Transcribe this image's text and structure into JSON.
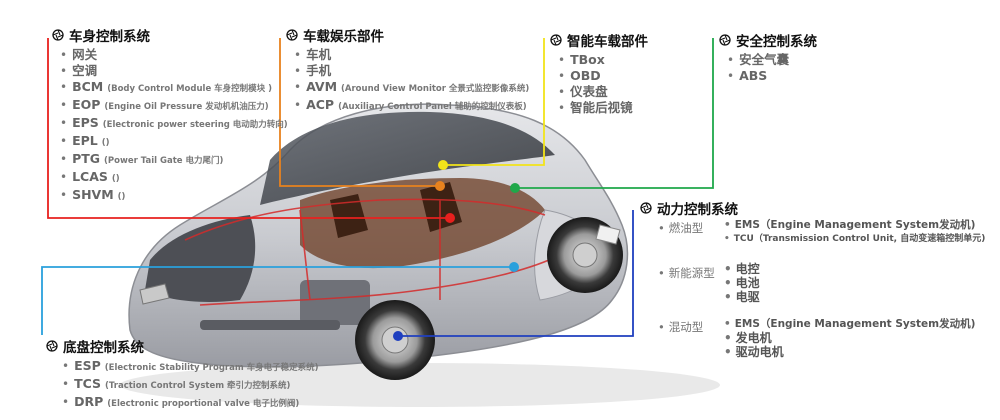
{
  "groups": {
    "body": {
      "title": "车身控制系统",
      "items": [
        {
          "term": "网关",
          "note": ""
        },
        {
          "term": "空调",
          "note": ""
        },
        {
          "term": "BCM",
          "note": "(Body Control Module 车身控制模块 )"
        },
        {
          "term": "EOP",
          "note": "(Engine Oil Pressure 发动机机油压力)"
        },
        {
          "term": "EPS",
          "note": "(Electronic power steering 电动助力转向)"
        },
        {
          "term": "EPL",
          "note": "()"
        },
        {
          "term": "PTG",
          "note": "(Power Tail Gate  电力尾门)"
        },
        {
          "term": "LCAS",
          "note": "()"
        },
        {
          "term": "SHVM",
          "note": "()"
        }
      ]
    },
    "infotainment": {
      "title": "车载娱乐部件",
      "items": [
        {
          "term": "车机",
          "note": ""
        },
        {
          "term": "手机",
          "note": ""
        },
        {
          "term": "AVM",
          "note": "(Around View Monitor 全景式监控影像系统)"
        },
        {
          "term": "ACP",
          "note": "(Auxiliary Control Panel 辅助的控制仪表板)"
        }
      ]
    },
    "smart": {
      "title": "智能车载部件",
      "items": [
        {
          "term": "TBox",
          "note": ""
        },
        {
          "term": "OBD",
          "note": ""
        },
        {
          "term": "仪表盘",
          "note": ""
        },
        {
          "term": "智能后视镜",
          "note": ""
        }
      ]
    },
    "safety": {
      "title": "安全控制系统",
      "items": [
        {
          "term": "安全气囊",
          "note": ""
        },
        {
          "term": "ABS",
          "note": ""
        }
      ]
    },
    "power": {
      "title": "动力控制系统",
      "subgroups": [
        {
          "label": "燃油型",
          "items": [
            "EMS（Engine Management System发动机)",
            "TCU（Transmission Control Unit, 自动变速箱控制单元)"
          ]
        },
        {
          "label": "新能源型",
          "items": [
            "电控",
            "电池",
            "电驱"
          ]
        },
        {
          "label": "混动型",
          "items": [
            "EMS（Engine Management System发动机)",
            "发电机",
            "驱动电机"
          ]
        }
      ]
    },
    "chassis": {
      "title": "底盘控制系统",
      "items": [
        {
          "term": "ESP",
          "note": "(Electronic Stability Program 车身电子稳定系统)"
        },
        {
          "term": "TCS",
          "note": "(Traction Control System 牵引力控制系统)"
        },
        {
          "term": "DRP",
          "note": "(Electronic proportional valve 电子比例阀)"
        }
      ]
    }
  },
  "colors": {
    "body": "#e8201e",
    "infotainment": "#e8821e",
    "smart": "#f2e41a",
    "safety": "#1fa84a",
    "power": "#1f3fbf",
    "chassis": "#2aa0dc"
  },
  "icon": "aperture-icon"
}
